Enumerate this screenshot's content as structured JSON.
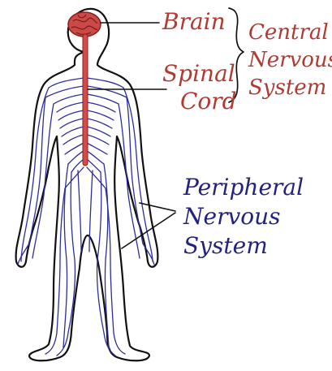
{
  "labels": {
    "brain": "Brain",
    "spinal_line1": "Spinal",
    "spinal_line2": "Cord",
    "cns_line1": "Central",
    "cns_line2": "Nervous",
    "cns_line3": "System",
    "pns_line1": "Peripheral",
    "pns_line2": "Nervous",
    "pns_line3": "System"
  },
  "colors": {
    "cns_red": "#b23a33",
    "pns_blue": "#23237e",
    "nerve_blue": "#2b2e9a",
    "brain_fill": "#c94a47",
    "outline": "#111111"
  }
}
